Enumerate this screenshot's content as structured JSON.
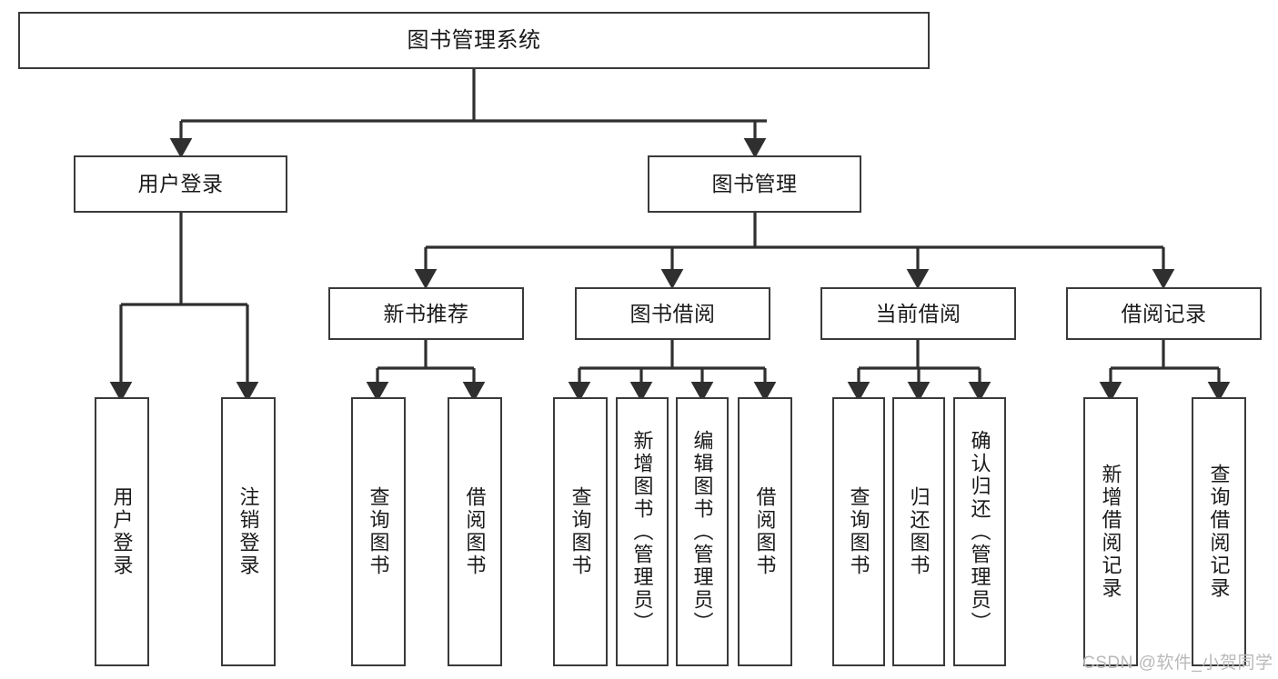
{
  "diagram": {
    "title": "图书管理系统",
    "type": "tree-hierarchy",
    "nodes": {
      "root": {
        "label": "图书管理系统"
      },
      "user_login": {
        "label": "用户登录"
      },
      "book_manage": {
        "label": "图书管理"
      },
      "new_book_rec": {
        "label": "新书推荐"
      },
      "book_borrow": {
        "label": "图书借阅"
      },
      "current_borrow": {
        "label": "当前借阅"
      },
      "borrow_record": {
        "label": "借阅记录"
      },
      "leaf_user_login": {
        "label": "用户登录"
      },
      "leaf_logout": {
        "label": "注销登录"
      },
      "leaf_query_book_1": {
        "label": "查询图书"
      },
      "leaf_borrow_book_1": {
        "label": "借阅图书"
      },
      "leaf_query_book_2": {
        "label": "查询图书"
      },
      "leaf_add_book": {
        "label": "新增图书（管理员）"
      },
      "leaf_edit_book": {
        "label": "编辑图书（管理员）"
      },
      "leaf_borrow_book_2": {
        "label": "借阅图书"
      },
      "leaf_query_book_3": {
        "label": "查询图书"
      },
      "leaf_return_book": {
        "label": "归还图书"
      },
      "leaf_confirm_return": {
        "label": "确认归还（管理员）"
      },
      "leaf_add_record": {
        "label": "新增借阅记录"
      },
      "leaf_query_record": {
        "label": "查询借阅记录"
      }
    },
    "edges": [
      {
        "from": "root",
        "to": "user_login"
      },
      {
        "from": "root",
        "to": "book_manage"
      },
      {
        "from": "user_login",
        "to": "leaf_user_login"
      },
      {
        "from": "user_login",
        "to": "leaf_logout"
      },
      {
        "from": "book_manage",
        "to": "new_book_rec"
      },
      {
        "from": "book_manage",
        "to": "book_borrow"
      },
      {
        "from": "book_manage",
        "to": "current_borrow"
      },
      {
        "from": "book_manage",
        "to": "borrow_record"
      },
      {
        "from": "new_book_rec",
        "to": "leaf_query_book_1"
      },
      {
        "from": "new_book_rec",
        "to": "leaf_borrow_book_1"
      },
      {
        "from": "book_borrow",
        "to": "leaf_query_book_2"
      },
      {
        "from": "book_borrow",
        "to": "leaf_add_book"
      },
      {
        "from": "book_borrow",
        "to": "leaf_edit_book"
      },
      {
        "from": "book_borrow",
        "to": "leaf_borrow_book_2"
      },
      {
        "from": "current_borrow",
        "to": "leaf_query_book_3"
      },
      {
        "from": "current_borrow",
        "to": "leaf_return_book"
      },
      {
        "from": "current_borrow",
        "to": "leaf_confirm_return"
      },
      {
        "from": "borrow_record",
        "to": "leaf_add_record"
      },
      {
        "from": "borrow_record",
        "to": "leaf_query_record"
      }
    ],
    "colors": {
      "border": "#3a3a3a",
      "background": "#ffffff",
      "text": "#1a1a1a",
      "connector": "#2f2f2f",
      "watermark": "#b9b9b9"
    }
  },
  "watermark": {
    "text": "CSDN @软件_小贺同学"
  }
}
